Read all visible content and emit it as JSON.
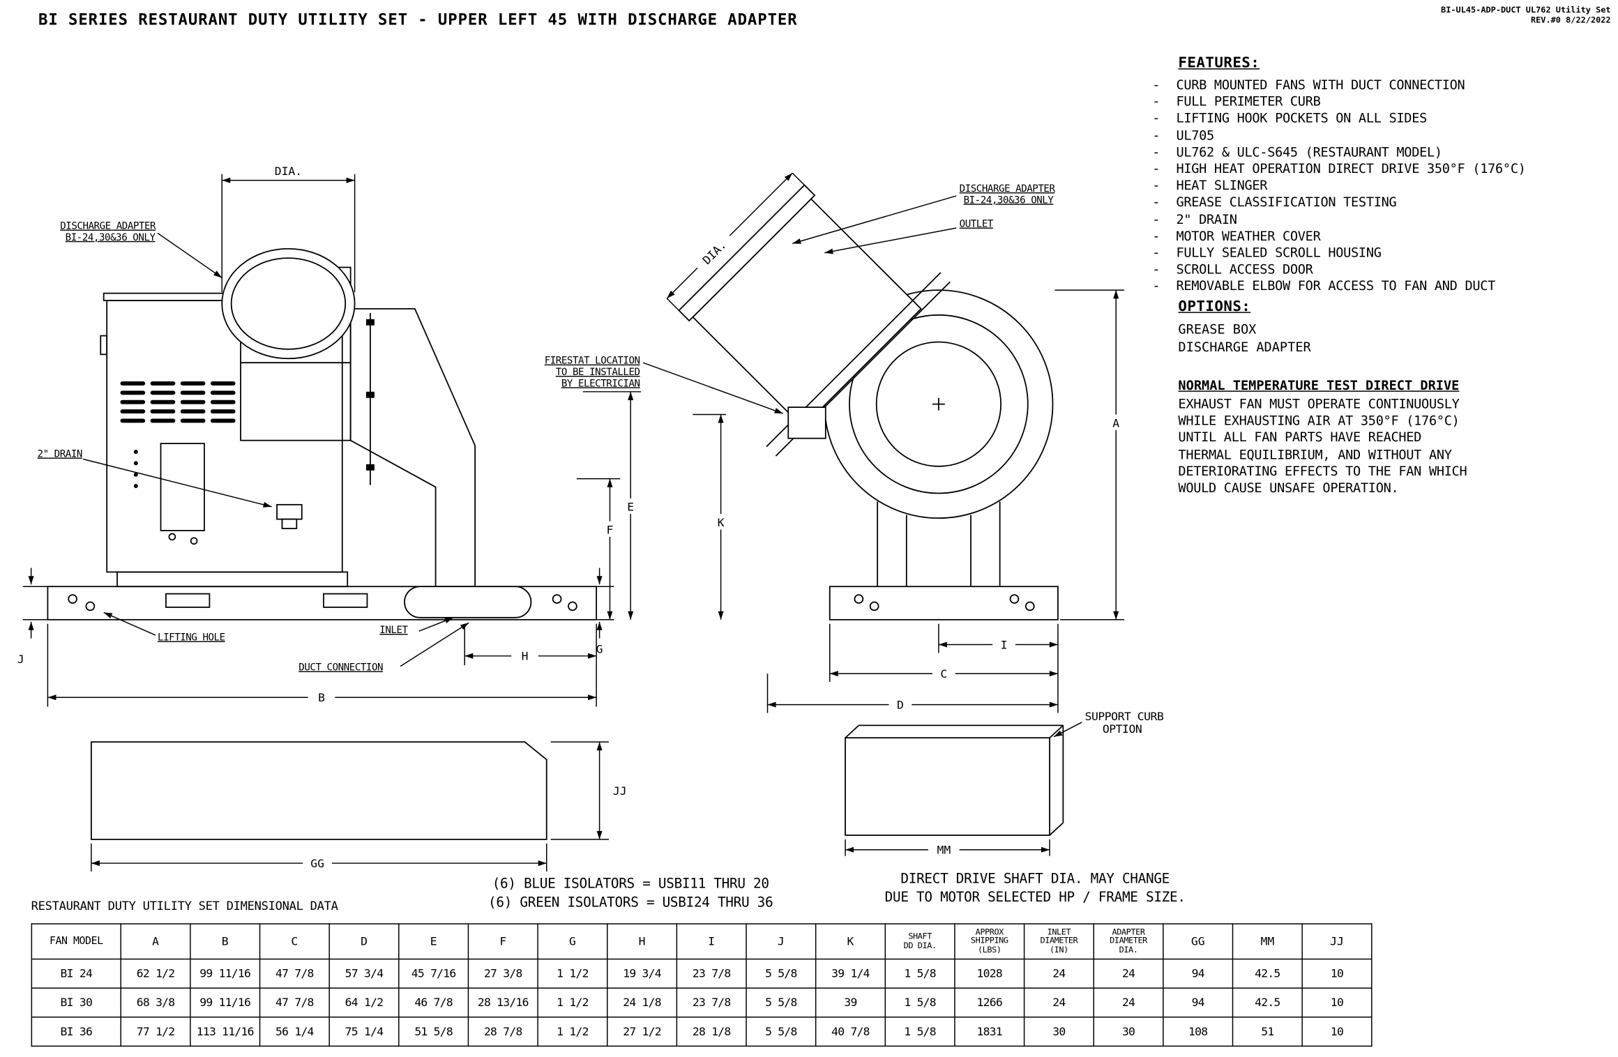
{
  "title": "BI SERIES RESTAURANT DUTY UTILITY SET - UPPER LEFT 45 WITH DISCHARGE ADAPTER",
  "doc_ref": {
    "line1": "BI-UL45-ADP-DUCT UL762 Utility Set",
    "line2": "REV.#0  8/22/2022"
  },
  "features": {
    "heading": "FEATURES:",
    "bullet": "-",
    "items": [
      "CURB MOUNTED FANS WITH DUCT CONNECTION",
      "FULL PERIMETER CURB",
      "LIFTING HOOK POCKETS ON ALL SIDES",
      "UL705",
      "UL762 & ULC-S645 (RESTAURANT MODEL)",
      "HIGH HEAT OPERATION DIRECT DRIVE 350°F (176°C)",
      "HEAT SLINGER",
      "GREASE CLASSIFICATION TESTING",
      "2\" DRAIN",
      "MOTOR WEATHER COVER",
      "FULLY SEALED SCROLL HOUSING",
      "SCROLL ACCESS DOOR",
      "REMOVABLE ELBOW FOR ACCESS TO FAN AND DUCT"
    ]
  },
  "options": {
    "heading": "OPTIONS:",
    "items": [
      "GREASE BOX",
      "DISCHARGE ADAPTER"
    ]
  },
  "normal_temp": {
    "heading": "NORMAL TEMPERATURE TEST DIRECT DRIVE",
    "body": "EXHAUST FAN MUST OPERATE CONTINUOUSLY\nWHILE EXHAUSTING AIR AT 350°F (176°C)\nUNTIL ALL FAN PARTS HAVE REACHED\nTHERMAL EQUILIBRIUM, AND WITHOUT ANY\nDETERIORATING EFFECTS TO THE FAN WHICH\nWOULD CAUSE UNSAFE OPERATION."
  },
  "notes": {
    "isolators": "(6) BLUE ISOLATORS = USBI11 THRU 20\n(6) GREEN ISOLATORS = USBI24 THRU 36",
    "shaft": "DIRECT DRIVE SHAFT DIA. MAY CHANGE\nDUE TO MOTOR SELECTED HP / FRAME SIZE.",
    "table_title": "RESTAURANT DUTY UTILITY SET DIMENSIONAL DATA"
  },
  "drawing_labels": {
    "dia": "DIA.",
    "discharge_adapter_1": "DISCHARGE ADAPTER",
    "discharge_adapter_2": "BI-24,30&36 ONLY",
    "outlet": "OUTLET",
    "firestat_1": "FIRESTAT LOCATION",
    "firestat_2": "TO BE INSTALLED",
    "firestat_3": "BY ELECTRICIAN",
    "drain": "2\" DRAIN",
    "lifting_hole": "LIFTING HOLE",
    "inlet": "INLET",
    "duct_connection": "DUCT CONNECTION",
    "support_curb_1": "SUPPORT CURB",
    "support_curb_2": "OPTION",
    "dims": {
      "A": "A",
      "B": "B",
      "C": "C",
      "D": "D",
      "E": "E",
      "F": "F",
      "G": "G",
      "H": "H",
      "I": "I",
      "J": "J",
      "K": "K",
      "GG": "GG",
      "JJ": "JJ",
      "MM": "MM"
    }
  },
  "table": {
    "headers": [
      "FAN MODEL",
      "A",
      "B",
      "C",
      "D",
      "E",
      "F",
      "G",
      "H",
      "I",
      "J",
      "K",
      "SHAFT\nDD DIA.",
      "APPROX\nSHIPPING\n(LBS)",
      "INLET\nDIAMETER\n(IN)",
      "ADAPTER\nDIAMETER\nDIA.",
      "GG",
      "MM",
      "JJ"
    ],
    "rows": [
      [
        "BI 24",
        "62 1/2",
        "99 11/16",
        "47 7/8",
        "57 3/4",
        "45 7/16",
        "27 3/8",
        "1 1/2",
        "19 3/4",
        "23 7/8",
        "5 5/8",
        "39 1/4",
        "1 5/8",
        "1028",
        "24",
        "24",
        "94",
        "42.5",
        "10"
      ],
      [
        "BI 30",
        "68 3/8",
        "99 11/16",
        "47 7/8",
        "64 1/2",
        "46 7/8",
        "28 13/16",
        "1 1/2",
        "24 1/8",
        "23 7/8",
        "5 5/8",
        "39",
        "1 5/8",
        "1266",
        "24",
        "24",
        "94",
        "42.5",
        "10"
      ],
      [
        "BI 36",
        "77 1/2",
        "113 11/16",
        "56 1/4",
        "75 1/4",
        "51 5/8",
        "28 7/8",
        "1 1/2",
        "27 1/2",
        "28 1/8",
        "5 5/8",
        "40 7/8",
        "1 5/8",
        "1831",
        "30",
        "30",
        "108",
        "51",
        "10"
      ]
    ]
  }
}
